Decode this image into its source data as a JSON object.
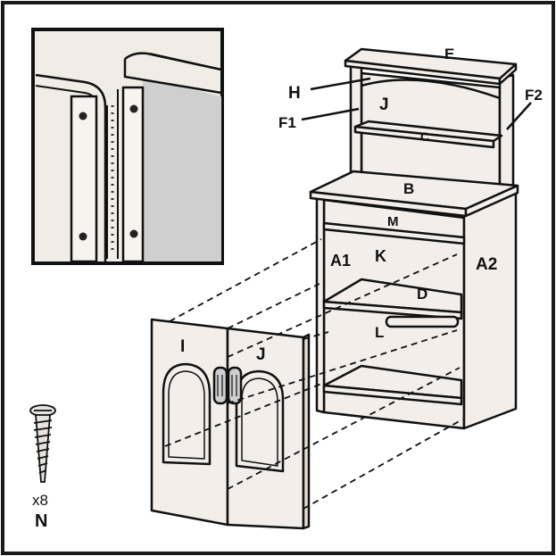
{
  "colors": {
    "panel": "#f3eee9",
    "wood_edge": "#e6ddd4",
    "outline": "#111111",
    "inset_gray": "#cfcfcf",
    "inset_bg": "#f1ece6",
    "frame": "#1a1a1a"
  },
  "parts": {
    "top_E": "E",
    "rail_H": "H",
    "back_J": "J",
    "side_F1": "F1",
    "side_F2": "F2",
    "shelf_C": "C",
    "counter_B": "B",
    "rail_M": "M",
    "side_A1": "A1",
    "back_K": "K",
    "side_A2": "A2",
    "shelf_D": "D",
    "back_L": "L",
    "door_left_I": "I",
    "door_right_J": "J"
  },
  "hardware": {
    "icon": "screw-icon",
    "quantity": "x8",
    "letter": "N"
  },
  "inset": {
    "icon": "hinge-detail-icon"
  }
}
